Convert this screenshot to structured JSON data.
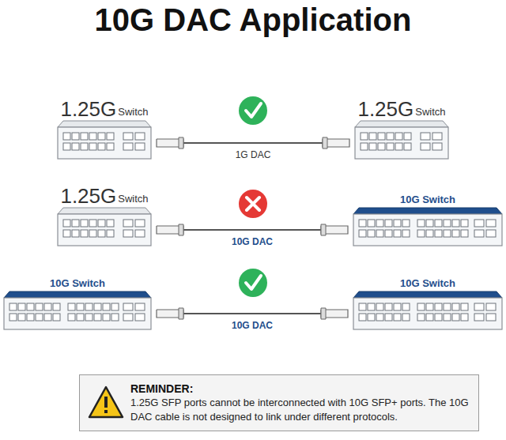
{
  "diagram": {
    "title": "10G DAC Application",
    "nodes": [
      {
        "text": [
          "1.25G",
          "Switch"
        ]
      },
      {
        "text": [
          "1.25G",
          "Switch"
        ]
      },
      {
        "text": [
          "1.25G",
          "Switch"
        ]
      },
      {
        "text": [
          "10G Switch"
        ]
      },
      {
        "text": [
          "10G Switch"
        ]
      },
      {
        "text": [
          "10G Switch"
        ]
      },
      {
        "text": [
          "REMINDER:",
          "1.25G SFP ports cannot be interconnected with 10G SFP+ ports. The 10G DAC cable is not designed to link under different protocols."
        ]
      }
    ],
    "edges": [
      {
        "from": 0,
        "to": 1,
        "label": "1G DAC",
        "arrow": "none"
      },
      {
        "from": 2,
        "to": 3,
        "label": "10G DAC",
        "arrow": "none"
      },
      {
        "from": 4,
        "to": 5,
        "label": "10G DAC",
        "arrow": "none"
      }
    ]
  }
}
